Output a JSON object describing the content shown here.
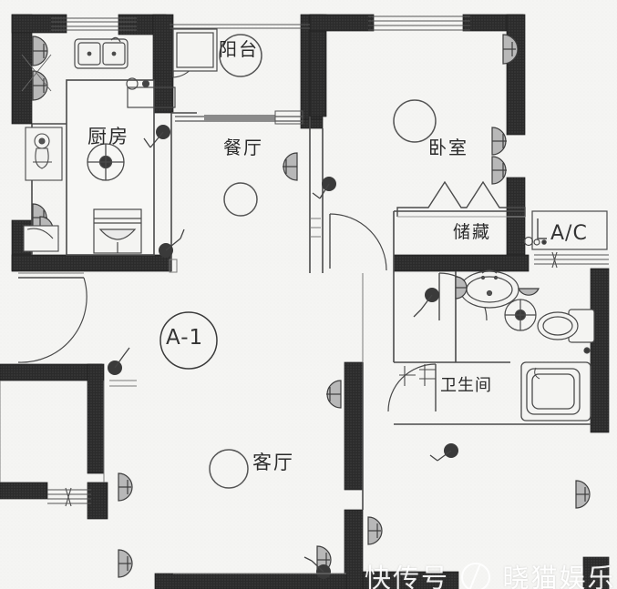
{
  "document": {
    "type": "architectural-floor-plan",
    "unit_marker": "A-1",
    "style": "scanned blueprint, hand-lettered Chinese labels"
  },
  "rooms": [
    {
      "id": "kitchen",
      "label": "厨房",
      "english": "Kitchen"
    },
    {
      "id": "balcony",
      "label": "阳台",
      "english": "Balcony"
    },
    {
      "id": "dining",
      "label": "餐厅",
      "english": "Dining Room"
    },
    {
      "id": "bedroom",
      "label": "卧室",
      "english": "Bedroom"
    },
    {
      "id": "storage",
      "label": "储藏",
      "english": "Storage"
    },
    {
      "id": "bathroom",
      "label": "卫生间",
      "english": "Bathroom"
    },
    {
      "id": "living",
      "label": "客厅",
      "english": "Living Room"
    }
  ],
  "annotations": {
    "ac_unit": "A/C",
    "unit_number": "A-1"
  },
  "watermark": {
    "left_text": "快传号",
    "separator": "/",
    "right_text": "晓猫娱乐"
  },
  "colors": {
    "paper": "#f4f4f2",
    "wall_fill": "#2e2e2e",
    "line": "#3a3a3a",
    "thin_line": "#6a6a6a",
    "room_fill": "#f7f7f5",
    "watermark": "#ffffff"
  },
  "fixtures": [
    {
      "name": "double-sink",
      "room": "kitchen"
    },
    {
      "name": "stove-range",
      "room": "kitchen"
    },
    {
      "name": "ceiling-light",
      "room": "kitchen"
    },
    {
      "name": "washing-machine",
      "room": "balcony"
    },
    {
      "name": "ceiling-light",
      "room": "balcony"
    },
    {
      "name": "ceiling-light",
      "room": "dining"
    },
    {
      "name": "ceiling-light",
      "room": "bedroom"
    },
    {
      "name": "ceiling-light",
      "room": "living"
    },
    {
      "name": "wash-basin",
      "room": "bathroom"
    },
    {
      "name": "toilet",
      "room": "bathroom"
    },
    {
      "name": "bathtub",
      "room": "bathroom"
    },
    {
      "name": "ceiling-light",
      "room": "bathroom"
    },
    {
      "name": "bathtub-service",
      "room": "service-balcony"
    },
    {
      "name": "water-heater",
      "room": "service-balcony"
    }
  ]
}
